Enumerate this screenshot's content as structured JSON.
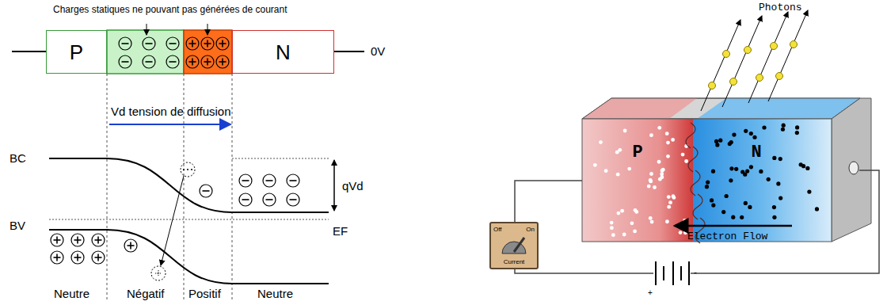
{
  "diagram": {
    "nodes": [
      {
        "text": [
          "P"
        ]
      },
      {
        "text": [
          "N"
        ]
      },
      {
        "text": [
          "P"
        ]
      },
      {
        "text": [
          "N"
        ]
      },
      {
        "text": [
          "Off",
          "On",
          "Current"
        ]
      }
    ],
    "labels": [
      "Charges statiques ne pouvant pas générées de courant",
      "0V",
      "Vd tension de diffusion",
      "BC",
      "qVd",
      "EF",
      "BV",
      "Neutre",
      "Négatif",
      "Positif",
      "Neutre",
      "Photons",
      "Electron Flow",
      "+",
      "-"
    ]
  }
}
